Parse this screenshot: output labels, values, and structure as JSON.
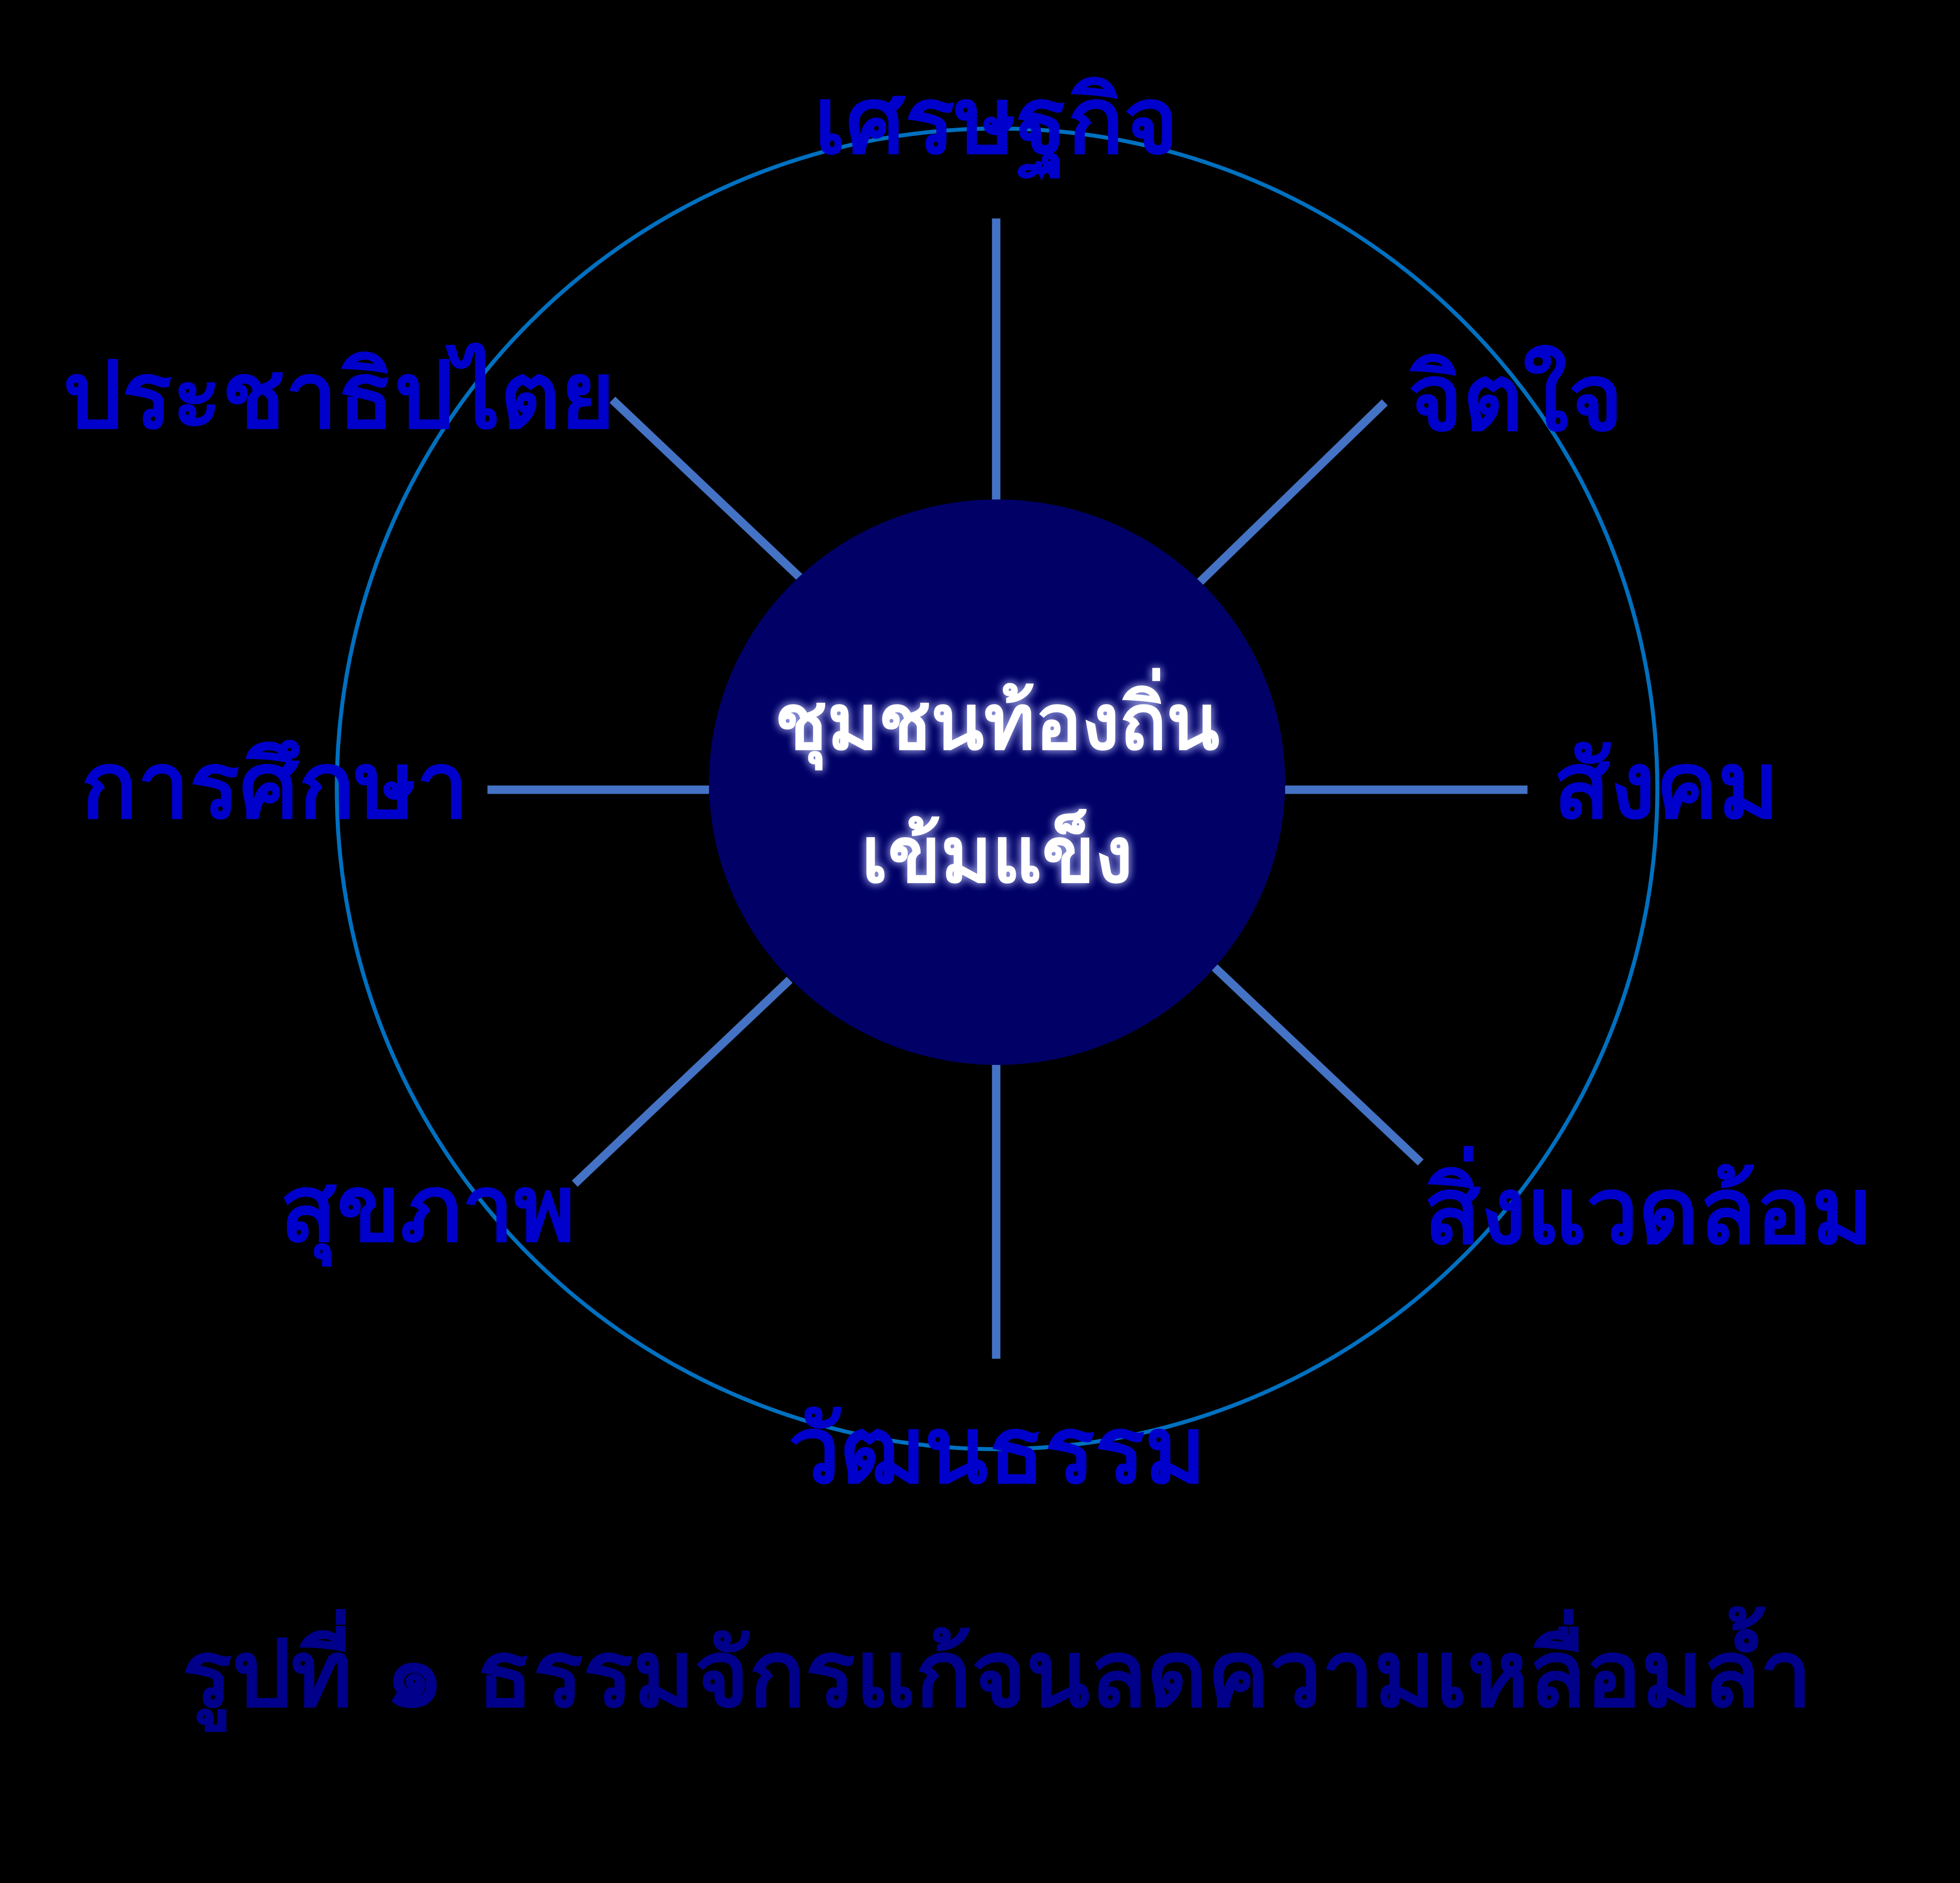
{
  "diagram": {
    "center": {
      "line1": "ชุมชนท้องถิ่น",
      "line2": "เข้มแข็ง",
      "fill": "#000066",
      "text_color": "#FFFFFF"
    },
    "spokes": [
      {
        "id": "economy",
        "label": "เศรษฐกิจ"
      },
      {
        "id": "mind",
        "label": "จิตใจ"
      },
      {
        "id": "society",
        "label": "สังคม"
      },
      {
        "id": "environment",
        "label": "สิ่งแวดล้อม"
      },
      {
        "id": "culture",
        "label": "วัฒนธรรม"
      },
      {
        "id": "health",
        "label": "สุขภาพ"
      },
      {
        "id": "education",
        "label": "การศึกษา"
      },
      {
        "id": "democracy",
        "label": "ประชาธิปไตย"
      }
    ],
    "caption": "รูปที่ ๑  ธรรมจักรแก้จนลดความเหลื่อมล้ำ",
    "colors": {
      "background": "#000000",
      "label": "#0000CC",
      "caption": "#00008B",
      "spoke": "#4472C4",
      "outer_ring": "#0070C0"
    }
  }
}
